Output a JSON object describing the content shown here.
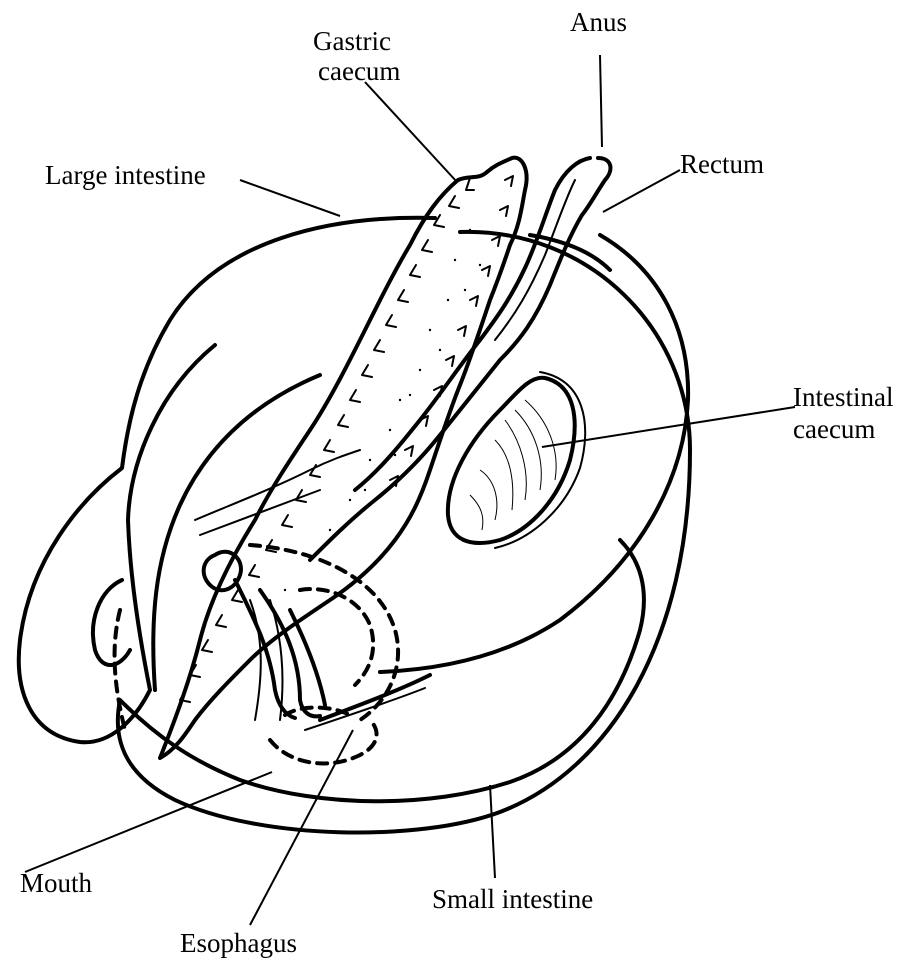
{
  "labels": {
    "gastric_caecum_line1": "Gastric",
    "gastric_caecum_line2": "caecum",
    "anus": "Anus",
    "large_intestine": "Large intestine",
    "rectum": "Rectum",
    "intestinal_caecum_line1": "Intestinal",
    "intestinal_caecum_line2": "caecum",
    "mouth": "Mouth",
    "small_intestine": "Small intestine",
    "esophagus": "Esophagus"
  },
  "colors": {
    "stroke": "#000000",
    "background": "#ffffff"
  }
}
